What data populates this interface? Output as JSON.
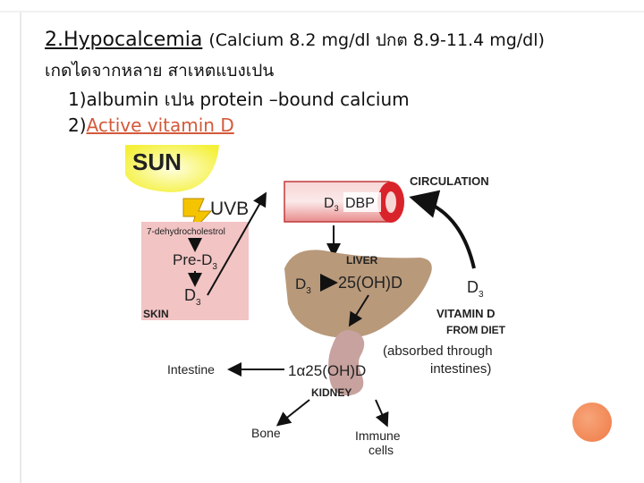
{
  "slide": {
    "title_main": "2.Hypocalcemia",
    "title_paren": "(Calcium 8.2 mg/dl ปกต  8.9-11.4 mg/dl)",
    "line2": "เกดไดจากหลาย   สาเหตแบงเปน",
    "line3": "1)albumin เปน   protein –bound calcium",
    "line4_prefix": "2)",
    "line4_link": "Active vitamin D"
  },
  "diagram": {
    "sun": "SUN",
    "uvb": "UVB",
    "dehydro": "7-dehydrocholestrol",
    "pre_d": "Pre-D",
    "pre_d_sub": "3",
    "skin_d": "D",
    "skin_d_sub": "3",
    "skin": "SKIN",
    "circulation": "CIRCULATION",
    "dbp_d": "D",
    "dbp_d_sub": "3",
    "dbp": "DBP",
    "liver": "LIVER",
    "liver_d": "D",
    "liver_d_sub": "3",
    "oh25": "25(OH)D",
    "diet_d": "D",
    "diet_d_sub": "3",
    "vitd1": "VITAMIN D",
    "vitd2": "FROM DIET",
    "vitd3": "(absorbed through",
    "vitd4": "intestines)",
    "intestine": "Intestine",
    "calcitriol": "1α25(OH)D",
    "kidney": "KIDNEY",
    "bone": "Bone",
    "immune1": "Immune",
    "immune2": "cells"
  },
  "colors": {
    "sun_yellow": "#f4f03a",
    "uvb_bolt": "#f5c400",
    "skin_pink": "#f2c4c4",
    "liver_tan": "#b8997a",
    "vessel_red": "#d9232b",
    "accent_orange": "#ef7a45",
    "link_color": "#d4593a"
  }
}
